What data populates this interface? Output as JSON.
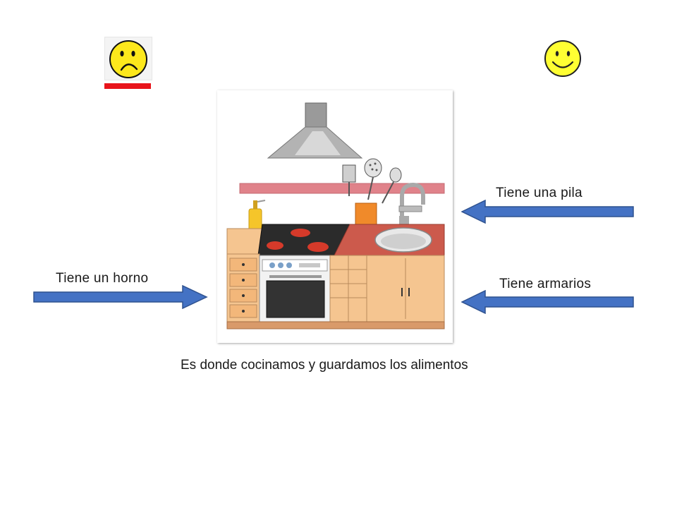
{
  "slide": {
    "labels": {
      "sink": "Tiene una pila",
      "oven": "Tiene un horno",
      "cabinets": "Tiene armarios"
    },
    "caption": "Es donde cocinamos y guardamos los alimentos"
  },
  "icons": {
    "sad": "sad-face-icon",
    "happy": "smiley-face-icon"
  },
  "colors": {
    "arrow_fill": "#4472c4",
    "arrow_stroke": "#2f528f",
    "sad_bar": "#e8141b",
    "smiley_fill": "#ffff33"
  }
}
